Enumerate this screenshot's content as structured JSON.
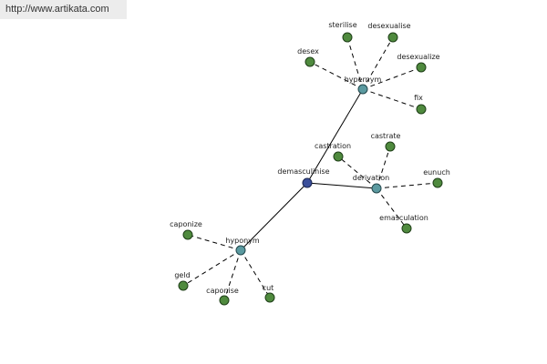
{
  "watermark": "http://www.artikata.com",
  "colors": {
    "leaf": "#4f8a3e",
    "relation": "#5b9aa0",
    "root": "#3b4f9a"
  },
  "graph": {
    "root": "demasculinise",
    "relations": [
      {
        "id": "hypernym",
        "label": "hypernym",
        "terms": [
          "sterilise",
          "desexualise",
          "desex",
          "desexualize",
          "fix"
        ]
      },
      {
        "id": "derivation",
        "label": "derivation",
        "terms": [
          "castration",
          "castrate",
          "eunuch",
          "emasculation"
        ]
      },
      {
        "id": "hyponym",
        "label": "hyponym",
        "terms": [
          "caponize",
          "geld",
          "caponise",
          "cut"
        ]
      }
    ]
  }
}
